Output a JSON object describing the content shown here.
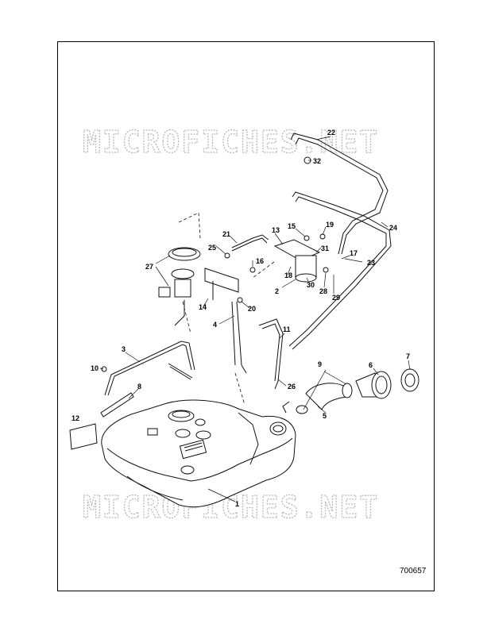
{
  "figure_id": "700657",
  "watermark": "MICROFICHES.NET",
  "callouts": [
    "1",
    "2",
    "3",
    "4",
    "5",
    "6",
    "7",
    "8",
    "9",
    "10",
    "11",
    "12",
    "13",
    "14",
    "15",
    "16",
    "17",
    "18",
    "19",
    "20",
    "21",
    "22",
    "23",
    "24",
    "25",
    "26",
    "27",
    "28",
    "29",
    "30",
    "31",
    "32"
  ]
}
